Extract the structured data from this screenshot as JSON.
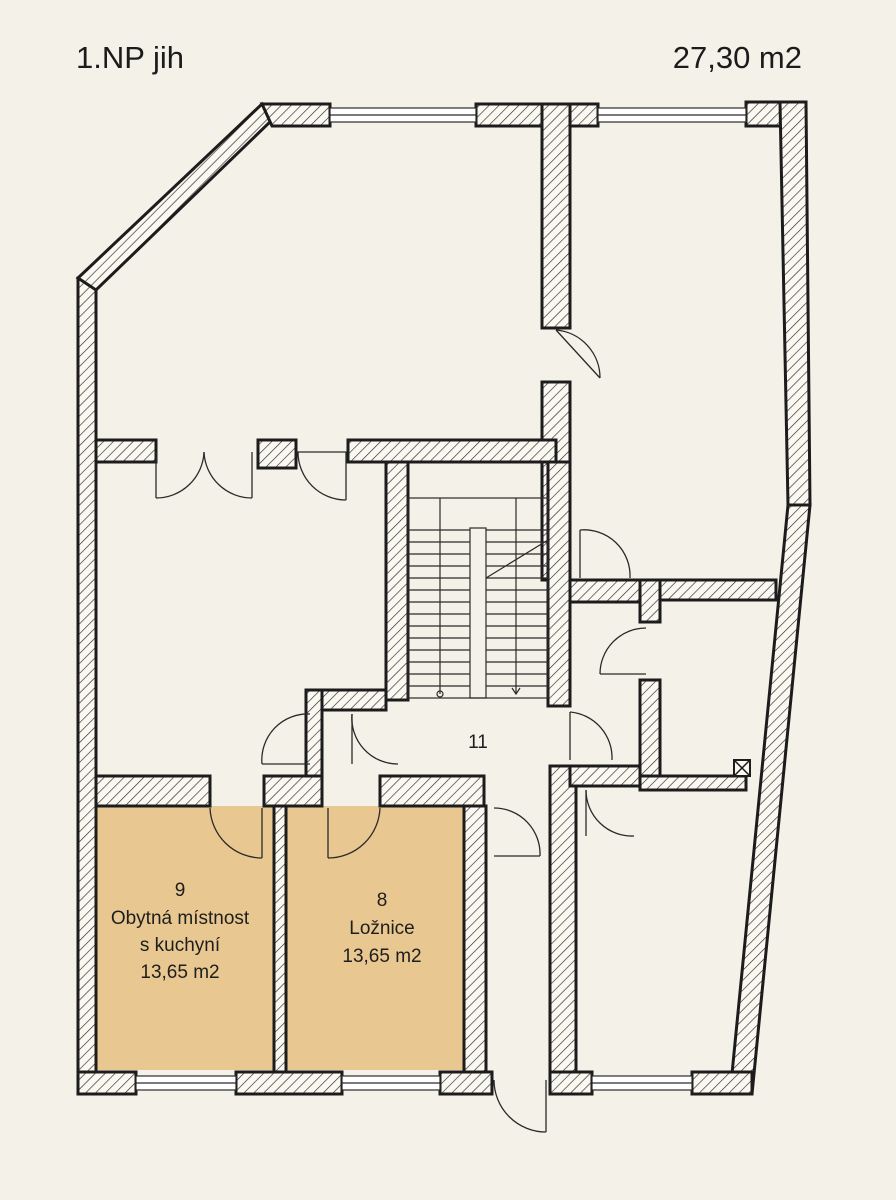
{
  "header": {
    "floor_label": "1.NP jih",
    "area_total": "27,30 m2"
  },
  "colors": {
    "background": "#f3f1e8",
    "room_fill": "#e9c790",
    "wall_stroke": "#1c1c1c"
  },
  "rooms": {
    "r9": {
      "number": "9",
      "name_line1": "Obytná místnost",
      "name_line2": "s kuchyní",
      "area": "13,65 m2"
    },
    "r8": {
      "number": "8",
      "name": "Ložnice",
      "area": "13,65 m2"
    },
    "r11": {
      "number": "11"
    }
  }
}
